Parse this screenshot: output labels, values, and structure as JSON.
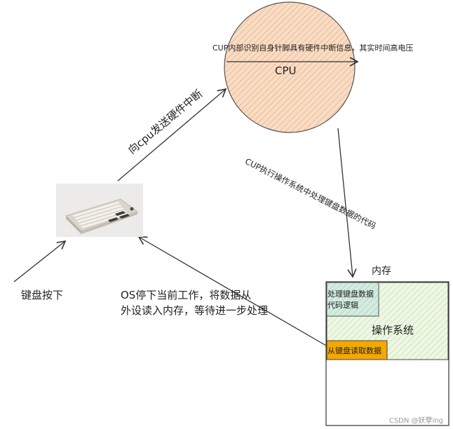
{
  "cpu": {
    "title": "CPU",
    "note": "CUP内部识别自身针脚具有硬件中断信息，其实时间高电压"
  },
  "memory": {
    "title": "内存",
    "os_label": "操作系统",
    "handler_line1": "处理键盘数据",
    "handler_line2": "代码逻辑",
    "read_label": "从键盘读取数据"
  },
  "arrows": {
    "send_interrupt": "向cpu发送硬件中断",
    "execute_os": "CUP执行操作系统中处理键盘数据的代码",
    "key_press": "键盘按下",
    "os_stop_line1": "OS停下当前工作，将数据从",
    "os_stop_line2": "外设读入内存，等待进一步处理"
  },
  "watermark": "CSDN @妖孽ing",
  "colors": {
    "cpu_fill": "#f8dcc4",
    "hatch": "#e6a77a",
    "os_fill": "#eaf5dc",
    "os_hatch": "#b8dca0",
    "handler_fill": "#cfe8dc",
    "read_fill": "#f5a800"
  },
  "icons": [
    "keyboard-photo"
  ]
}
